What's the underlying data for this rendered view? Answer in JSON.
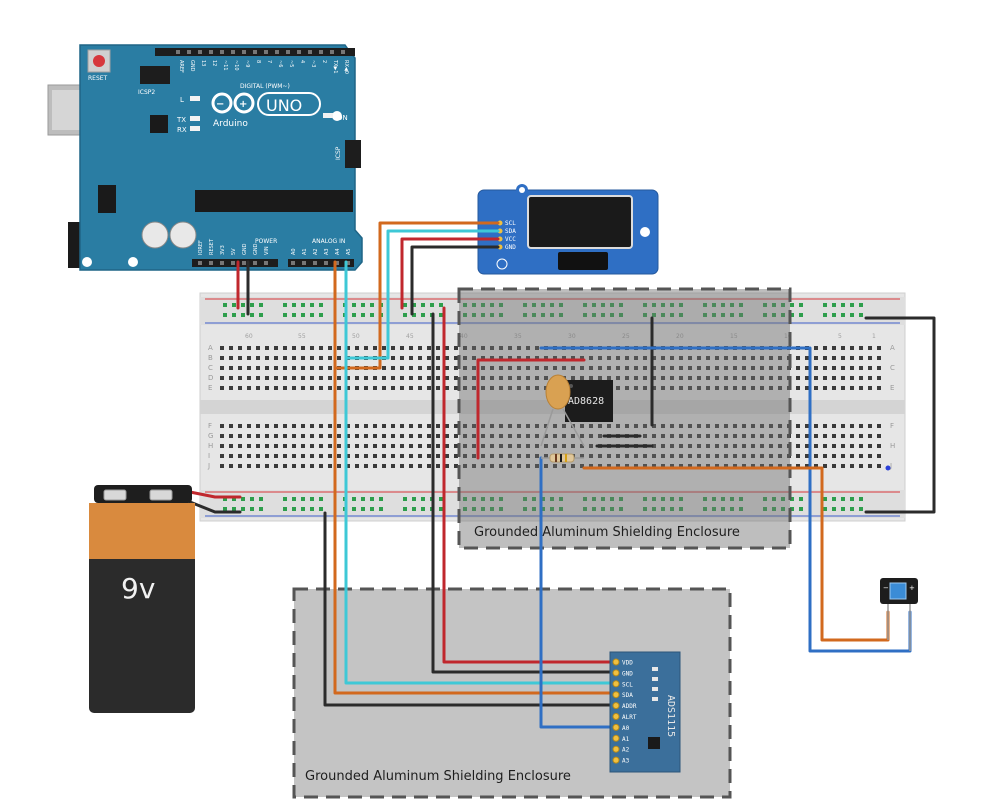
{
  "arduino": {
    "brand": "Arduino",
    "model": "UNO",
    "reset_label": "RESET",
    "icsp2_label": "ICSP2",
    "icsp_label": "ICSP",
    "digital_label": "DIGITAL (PWM~)",
    "power_label": "POWER",
    "analog_label": "ANALOG IN",
    "led_l": "L",
    "led_tx": "TX",
    "led_rx": "RX",
    "led_on": "ON",
    "digital_pins": [
      "AREF",
      "GND",
      "13",
      "12",
      "~11",
      "~10",
      "~9",
      "8",
      "7",
      "~6",
      "~5",
      "4",
      "~3",
      "2",
      "TX▶1",
      "RX◀0"
    ],
    "power_pins": [
      "IOREF",
      "RESET",
      "3V3",
      "5V",
      "GND",
      "GND",
      "VIN"
    ],
    "analog_pins": [
      "A0",
      "A1",
      "A2",
      "A3",
      "A4",
      "A5"
    ],
    "color": "#2a7da3"
  },
  "oled": {
    "pins": [
      "SCL",
      "SDA",
      "VCC",
      "GND"
    ],
    "color": "#2f6fc4"
  },
  "battery": {
    "label": "9v"
  },
  "opamp": {
    "label": "AD8628"
  },
  "adc": {
    "label": "ADS1115",
    "pins": [
      "VDD",
      "GND",
      "SCL",
      "SDA",
      "ADDR",
      "ALRT",
      "A0",
      "A1",
      "A2",
      "A3"
    ],
    "color": "#3b6f9b"
  },
  "breadboard": {
    "row_letters_top": [
      "A",
      "B",
      "C",
      "D",
      "E"
    ],
    "row_letters_bottom": [
      "F",
      "G",
      "H",
      "I",
      "J"
    ],
    "column_numbers": [
      "60",
      "55",
      "50",
      "45",
      "40",
      "35",
      "30",
      "25",
      "20",
      "15",
      "10",
      "5",
      "1"
    ]
  },
  "enclosures": {
    "upper_label": "Grounded Aluminum Shielding Enclosure",
    "lower_label": "Grounded Aluminum Shielding Enclosure"
  },
  "wires": {
    "red": "#c0272d",
    "black": "#2b2b2b",
    "orange": "#d2691e",
    "cyan": "#3ec8d6",
    "blue": "#2f6fc4",
    "green": "#2e9e4c"
  }
}
